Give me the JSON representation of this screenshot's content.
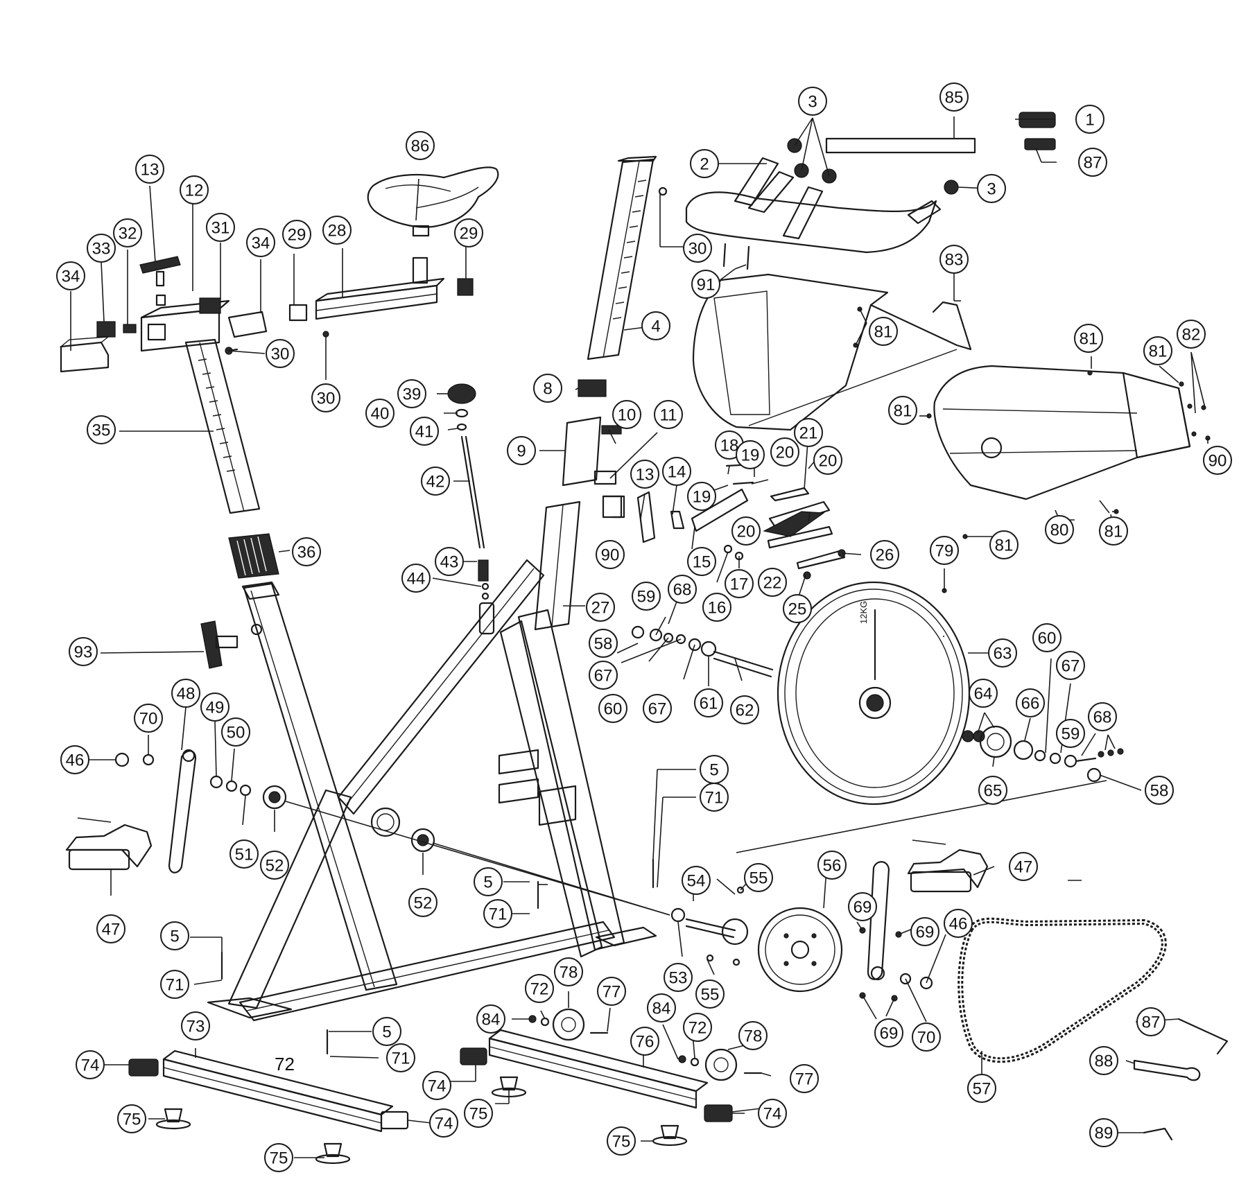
{
  "diagram": {
    "loose_label": "72",
    "flywheel_mark": "12KG",
    "callouts": [
      {
        "id": "c-1",
        "label": "1"
      },
      {
        "id": "c-2",
        "label": "2"
      },
      {
        "id": "c-3a",
        "label": "3"
      },
      {
        "id": "c-3b",
        "label": "3"
      },
      {
        "id": "c-4",
        "label": "4"
      },
      {
        "id": "c-5a",
        "label": "5"
      },
      {
        "id": "c-5b",
        "label": "5"
      },
      {
        "id": "c-5c",
        "label": "5"
      },
      {
        "id": "c-5d",
        "label": "5"
      },
      {
        "id": "c-8",
        "label": "8"
      },
      {
        "id": "c-9",
        "label": "9"
      },
      {
        "id": "c-10",
        "label": "10"
      },
      {
        "id": "c-11",
        "label": "11"
      },
      {
        "id": "c-12",
        "label": "12"
      },
      {
        "id": "c-13a",
        "label": "13"
      },
      {
        "id": "c-13b",
        "label": "13"
      },
      {
        "id": "c-14",
        "label": "14"
      },
      {
        "id": "c-15",
        "label": "15"
      },
      {
        "id": "c-16",
        "label": "16"
      },
      {
        "id": "c-17",
        "label": "17"
      },
      {
        "id": "c-18",
        "label": "18"
      },
      {
        "id": "c-19a",
        "label": "19"
      },
      {
        "id": "c-19b",
        "label": "19"
      },
      {
        "id": "c-20a",
        "label": "20"
      },
      {
        "id": "c-20b",
        "label": "20"
      },
      {
        "id": "c-20c",
        "label": "20"
      },
      {
        "id": "c-21",
        "label": "21"
      },
      {
        "id": "c-22",
        "label": "22"
      },
      {
        "id": "c-25",
        "label": "25"
      },
      {
        "id": "c-26",
        "label": "26"
      },
      {
        "id": "c-27",
        "label": "27"
      },
      {
        "id": "c-28",
        "label": "28"
      },
      {
        "id": "c-29a",
        "label": "29"
      },
      {
        "id": "c-29b",
        "label": "29"
      },
      {
        "id": "c-30a",
        "label": "30"
      },
      {
        "id": "c-30b",
        "label": "30"
      },
      {
        "id": "c-30c",
        "label": "30"
      },
      {
        "id": "c-31",
        "label": "31"
      },
      {
        "id": "c-32",
        "label": "32"
      },
      {
        "id": "c-33",
        "label": "33"
      },
      {
        "id": "c-34a",
        "label": "34"
      },
      {
        "id": "c-34b",
        "label": "34"
      },
      {
        "id": "c-35",
        "label": "35"
      },
      {
        "id": "c-36",
        "label": "36"
      },
      {
        "id": "c-39",
        "label": "39"
      },
      {
        "id": "c-40",
        "label": "40"
      },
      {
        "id": "c-41",
        "label": "41"
      },
      {
        "id": "c-42",
        "label": "42"
      },
      {
        "id": "c-43",
        "label": "43"
      },
      {
        "id": "c-44",
        "label": "44"
      },
      {
        "id": "c-46a",
        "label": "46"
      },
      {
        "id": "c-46b",
        "label": "46"
      },
      {
        "id": "c-47a",
        "label": "47"
      },
      {
        "id": "c-47b",
        "label": "47"
      },
      {
        "id": "c-48",
        "label": "48"
      },
      {
        "id": "c-49",
        "label": "49"
      },
      {
        "id": "c-50",
        "label": "50"
      },
      {
        "id": "c-51",
        "label": "51"
      },
      {
        "id": "c-52a",
        "label": "52"
      },
      {
        "id": "c-52b",
        "label": "52"
      },
      {
        "id": "c-53",
        "label": "53"
      },
      {
        "id": "c-54",
        "label": "54"
      },
      {
        "id": "c-55a",
        "label": "55"
      },
      {
        "id": "c-55b",
        "label": "55"
      },
      {
        "id": "c-56",
        "label": "56"
      },
      {
        "id": "c-57",
        "label": "57"
      },
      {
        "id": "c-58a",
        "label": "58"
      },
      {
        "id": "c-58b",
        "label": "58"
      },
      {
        "id": "c-59a",
        "label": "59"
      },
      {
        "id": "c-59b",
        "label": "59"
      },
      {
        "id": "c-60a",
        "label": "60"
      },
      {
        "id": "c-60b",
        "label": "60"
      },
      {
        "id": "c-61",
        "label": "61"
      },
      {
        "id": "c-62",
        "label": "62"
      },
      {
        "id": "c-63",
        "label": "63"
      },
      {
        "id": "c-64",
        "label": "64"
      },
      {
        "id": "c-65",
        "label": "65"
      },
      {
        "id": "c-66",
        "label": "66"
      },
      {
        "id": "c-67a",
        "label": "67"
      },
      {
        "id": "c-67b",
        "label": "67"
      },
      {
        "id": "c-67c",
        "label": "67"
      },
      {
        "id": "c-68a",
        "label": "68"
      },
      {
        "id": "c-68b",
        "label": "68"
      },
      {
        "id": "c-69a",
        "label": "69"
      },
      {
        "id": "c-69b",
        "label": "69"
      },
      {
        "id": "c-69c",
        "label": "69"
      },
      {
        "id": "c-70a",
        "label": "70"
      },
      {
        "id": "c-70b",
        "label": "70"
      },
      {
        "id": "c-71a",
        "label": "71"
      },
      {
        "id": "c-71b",
        "label": "71"
      },
      {
        "id": "c-71c",
        "label": "71"
      },
      {
        "id": "c-71d",
        "label": "71"
      },
      {
        "id": "c-72a",
        "label": "72"
      },
      {
        "id": "c-72b",
        "label": "72"
      },
      {
        "id": "c-73",
        "label": "73"
      },
      {
        "id": "c-74a",
        "label": "74"
      },
      {
        "id": "c-74b",
        "label": "74"
      },
      {
        "id": "c-74c",
        "label": "74"
      },
      {
        "id": "c-74d",
        "label": "74"
      },
      {
        "id": "c-75a",
        "label": "75"
      },
      {
        "id": "c-75b",
        "label": "75"
      },
      {
        "id": "c-75c",
        "label": "75"
      },
      {
        "id": "c-75d",
        "label": "75"
      },
      {
        "id": "c-76",
        "label": "76"
      },
      {
        "id": "c-77a",
        "label": "77"
      },
      {
        "id": "c-77b",
        "label": "77"
      },
      {
        "id": "c-78a",
        "label": "78"
      },
      {
        "id": "c-78b",
        "label": "78"
      },
      {
        "id": "c-79",
        "label": "79"
      },
      {
        "id": "c-80",
        "label": "80"
      },
      {
        "id": "c-81a",
        "label": "81"
      },
      {
        "id": "c-81b",
        "label": "81"
      },
      {
        "id": "c-81c",
        "label": "81"
      },
      {
        "id": "c-81d",
        "label": "81"
      },
      {
        "id": "c-81e",
        "label": "81"
      },
      {
        "id": "c-81f",
        "label": "81"
      },
      {
        "id": "c-82",
        "label": "82"
      },
      {
        "id": "c-83",
        "label": "83"
      },
      {
        "id": "c-84a",
        "label": "84"
      },
      {
        "id": "c-84b",
        "label": "84"
      },
      {
        "id": "c-85",
        "label": "85"
      },
      {
        "id": "c-86",
        "label": "86"
      },
      {
        "id": "c-87a",
        "label": "87"
      },
      {
        "id": "c-87b",
        "label": "87"
      },
      {
        "id": "c-88",
        "label": "88"
      },
      {
        "id": "c-89",
        "label": "89"
      },
      {
        "id": "c-90a",
        "label": "90"
      },
      {
        "id": "c-90b",
        "label": "90"
      },
      {
        "id": "c-91",
        "label": "91"
      },
      {
        "id": "c-93",
        "label": "93"
      }
    ]
  }
}
